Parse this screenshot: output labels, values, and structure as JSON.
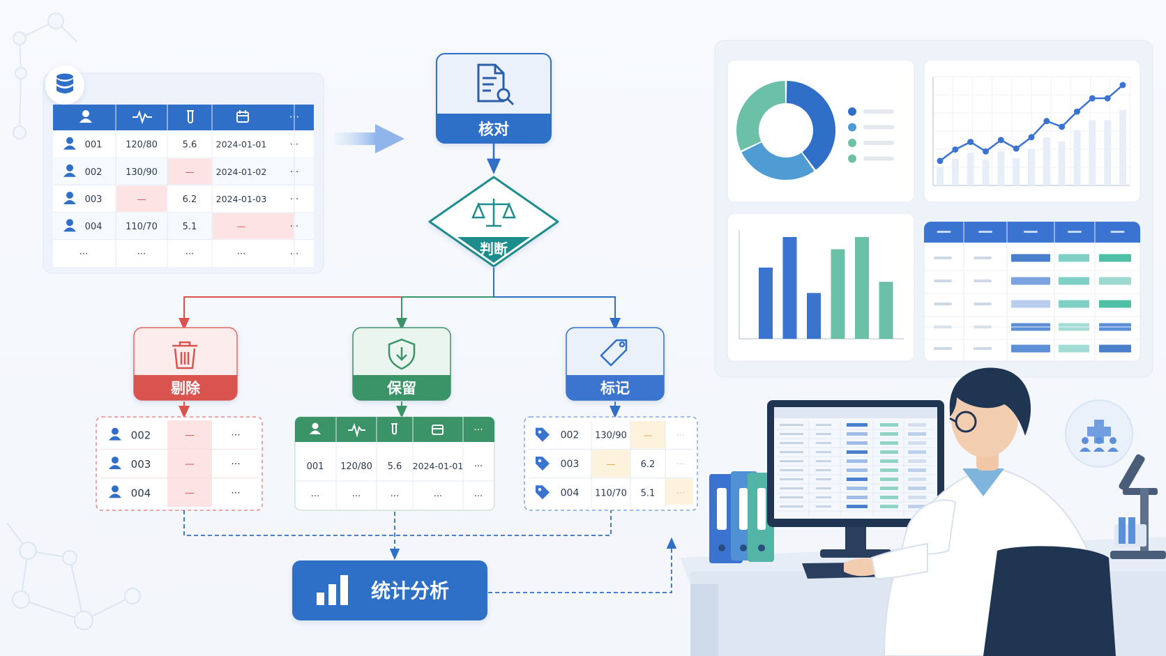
{
  "colors": {
    "blue": "#2f6fc7",
    "dark_blue": "#2a5ea8",
    "teal": "#1e8c8c",
    "red": "#d9534f",
    "green": "#3b9467",
    "highlight_red": "#fde3e3",
    "highlight_yellow": "#fdf2dc"
  },
  "source_table": {
    "header_icons": [
      "user-icon",
      "pulse-icon",
      "test-tube-icon",
      "calendar-icon",
      "more-icon"
    ],
    "header_more": "···",
    "rows": [
      {
        "id": "001",
        "bp": "120/80",
        "val": "5.6",
        "date": "2024-01-01",
        "more": "···"
      },
      {
        "id": "002",
        "bp": "130/90",
        "val": "—",
        "date": "2024-01-02",
        "more": "···"
      },
      {
        "id": "003",
        "bp": "—",
        "val": "6.2",
        "date": "2024-01-03",
        "more": "···"
      },
      {
        "id": "004",
        "bp": "110/70",
        "val": "5.1",
        "date": "—",
        "more": "···"
      }
    ],
    "ellipsis_row": [
      "···",
      "···",
      "···",
      "···",
      "···"
    ]
  },
  "steps": {
    "check": "核对",
    "judge": "判断",
    "delete": "剔除",
    "keep": "保留",
    "mark": "标记",
    "stats": "统计分析"
  },
  "delete_table": {
    "rows": [
      {
        "id": "002",
        "val": "—",
        "more": "···"
      },
      {
        "id": "003",
        "val": "—",
        "more": "···"
      },
      {
        "id": "004",
        "val": "—",
        "more": "···"
      }
    ]
  },
  "keep_table": {
    "header_more": "···",
    "row": {
      "id": "001",
      "bp": "120/80",
      "val": "5.6",
      "date": "2024-01-01",
      "more": "···"
    },
    "ellipsis_row": [
      "···",
      "···",
      "···",
      "···",
      "···"
    ]
  },
  "mark_table": {
    "rows": [
      {
        "id": "002",
        "bp": "130/90",
        "val": "—",
        "more": "···"
      },
      {
        "id": "003",
        "bp": "—",
        "val": "6.2",
        "more": "···"
      },
      {
        "id": "004",
        "bp": "110/70",
        "val": "5.1",
        "more": "···"
      }
    ]
  },
  "dashboard": {
    "donut_shares": [
      0.4,
      0.28,
      0.32
    ],
    "donut_colors": [
      "#2f6fc7",
      "#4f9bd4",
      "#6cc0a8"
    ],
    "legend_colors": [
      "#2f6fc7",
      "#4f9bd4",
      "#6cc0a8",
      "#6cc0a8"
    ],
    "line_values": [
      2,
      3.2,
      4,
      3,
      4.2,
      3.3,
      4.5,
      6.2,
      5.6,
      7.2,
      8.6,
      8.6,
      10
    ],
    "bar_values": [
      7,
      10,
      4.5,
      8.8,
      10,
      5.6
    ],
    "bar_colors": [
      "#3a74d0",
      "#3a74d0",
      "#3a74d0",
      "#6cc0a8",
      "#6cc0a8",
      "#6cc0a8"
    ]
  }
}
